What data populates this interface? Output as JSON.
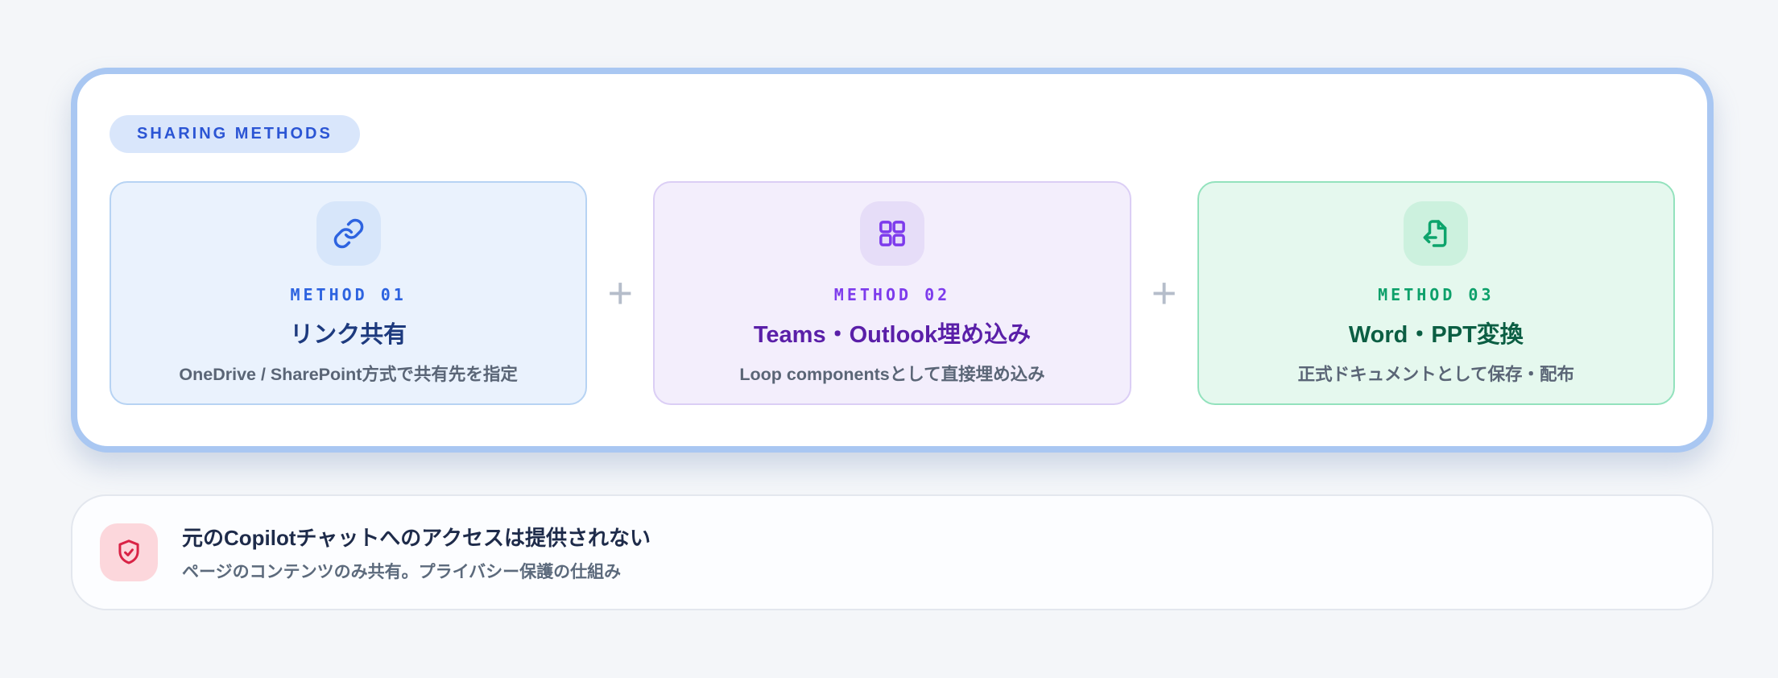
{
  "sharing_panel": {
    "badge": "SHARING METHODS",
    "separator": "+",
    "methods": [
      {
        "label": "METHOD 01",
        "title": "リンク共有",
        "description": "OneDrive / SharePoint方式で共有先を指定",
        "icon": "link-icon",
        "accent_color": "#2d63e0",
        "title_color": "#1d3a7e",
        "card_bg": "#eaf2fd",
        "card_border": "#b7d3f3"
      },
      {
        "label": "METHOD 02",
        "title": "Teams・Outlook埋め込み",
        "description": "Loop componentsとして直接埋め込み",
        "icon": "grid-icon",
        "accent_color": "#7d3bec",
        "title_color": "#5a1fa8",
        "card_bg": "#f3eefc",
        "card_border": "#dbcef5"
      },
      {
        "label": "METHOD 03",
        "title": "Word・PPT変換",
        "description": "正式ドキュメントとして保存・配布",
        "icon": "file-export-icon",
        "accent_color": "#0da06a",
        "title_color": "#0b5e43",
        "card_bg": "#e5f8ee",
        "card_border": "#93e2bd"
      }
    ]
  },
  "privacy_note": {
    "title": "元のCopilotチャットへのアクセスは提供されない",
    "description": "ページのコンテンツのみ共有。プライバシー保護の仕組み",
    "icon": "shield-check-icon",
    "icon_color": "#d92346",
    "icon_bg": "#fcd7dc"
  },
  "colors": {
    "page_background": "#f4f6f9",
    "panel_border": "#a9c7f2",
    "badge_bg": "#d9e6fb",
    "badge_text": "#2b55d4",
    "separator": "#b5bdca",
    "description_text": "#5a6576"
  }
}
